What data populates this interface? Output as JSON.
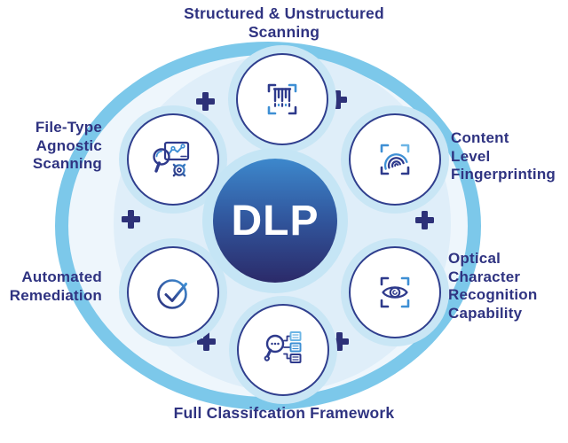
{
  "diagram": {
    "center_label": "DLP",
    "plus_symbol": "+",
    "features": [
      {
        "position": "top",
        "label": "Structured & Unstructured\nScanning",
        "icon": "barcode-scan-icon"
      },
      {
        "position": "upper-right",
        "label": "Content\nLevel\nFingerprinting",
        "icon": "fingerprint-scan-icon"
      },
      {
        "position": "lower-right",
        "label": "Optical\nCharacter\nRecognition\nCapability",
        "icon": "eye-scan-icon"
      },
      {
        "position": "bottom",
        "label": "Full Classifcation Framework",
        "icon": "search-classification-icon"
      },
      {
        "position": "lower-left",
        "label": "Automated\nRemediation",
        "icon": "check-circle-icon"
      },
      {
        "position": "upper-left",
        "label": "File-Type\nAgnostic\nScanning",
        "icon": "search-analytics-gear-icon"
      }
    ],
    "colors": {
      "label_text": "#2F3381",
      "outer_ring": "#7CC8EA",
      "outer_fill": "#EEF6FC",
      "inner_disc": "#DFEEF9",
      "node_halo": "#C9E6F5",
      "node_border": "#303F8E",
      "plus": "#2D3178",
      "icon_navy": "#2E3A8C",
      "icon_blue": "#3E8FD4",
      "icon_light_blue": "#6CB5E5",
      "center_gradient_top": "#3D88CC",
      "center_gradient_bottom": "#2B2A69",
      "center_text": "#FFFFFF"
    }
  }
}
